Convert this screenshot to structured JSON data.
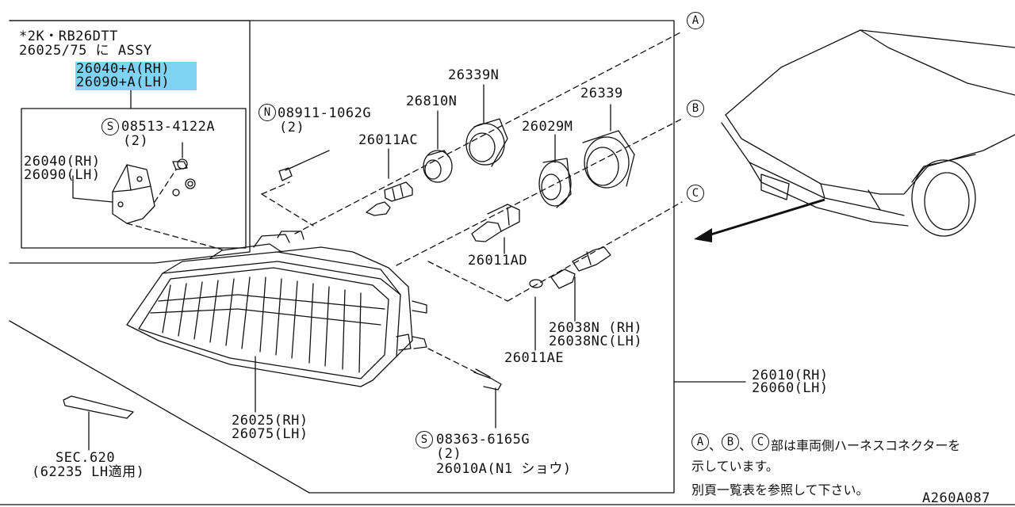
{
  "assy_note": {
    "line1": "*2K・RB26DTT",
    "line2": "26025/75 に ASSY",
    "highlight1": "26040+A(RH)",
    "highlight2": "26090+A(LH)"
  },
  "parts": {
    "bolt_s08513": "08513-4122A",
    "bolt_s08513_qty": "(2)",
    "bracket_rh": "26040(RH)",
    "bracket_lh": "26090(LH)",
    "nut_n08911": "08911-1062G",
    "nut_n08911_qty": "(2)",
    "socket_26339n": "26339N",
    "socket_26810n": "26810N",
    "bulb_26011ac": "26011AC",
    "ring_26339": "26339",
    "seal_26029m": "26029M",
    "bulb_26011ad": "26011AD",
    "harness_rh": "26038N (RH)",
    "harness_lh": "26038NC(LH)",
    "bulb_26011ae": "26011AE",
    "lamp_assy_rh": "26010(RH)",
    "lamp_assy_lh": "26060(LH)",
    "lens_rh": "26025(RH)",
    "lens_lh": "26075(LH)",
    "screw_s08363": "08363-6165G",
    "screw_s08363_qty": "(2)",
    "assy_26010a": "26010A(N1 ショウ)",
    "sec_ref": "SEC.620",
    "sec_ref_sub": "(62235 LH適用)"
  },
  "markers": {
    "a": "A",
    "b": "B",
    "c": "C",
    "s": "S",
    "n": "N"
  },
  "footnote": {
    "line1_text": "部は車両側ハーネスコネクターを",
    "line2": "示しています。",
    "line3": "別頁一覧表を参照して下さい。",
    "sep": "、"
  },
  "diagram_code": "A260A087"
}
